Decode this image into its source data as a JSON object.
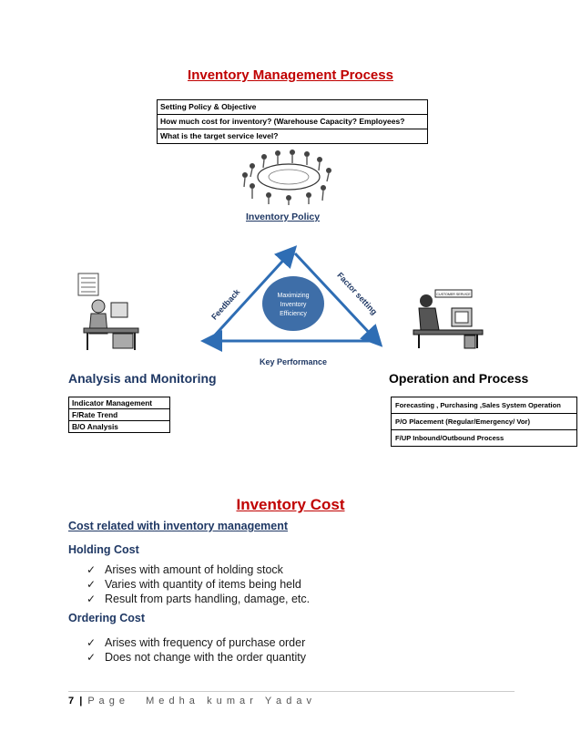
{
  "title": "Inventory Management Process",
  "policy_box": [
    "Setting Policy & Objective",
    "How much cost for inventory? (Warehouse Capacity? Employees?",
    "What is the target service level?"
  ],
  "inventory_policy_label": "Inventory Policy",
  "triangle": {
    "center_lines": [
      "Maximizing",
      "Inventory",
      "Efficiency"
    ],
    "left_label": "Feedback",
    "right_label": "Factor setting",
    "bottom_label": "Key Performance"
  },
  "sign_text": "CUSTOMER SERVICE",
  "analysis": {
    "heading": "Analysis and Monitoring",
    "items": [
      "Indicator Management",
      "F/Rate Trend",
      "B/O Analysis"
    ]
  },
  "operation": {
    "heading": "Operation and Process",
    "items": [
      "Forecasting , Purchasing ,Sales System Operation",
      "P/O Placement (Regular/Emergency/ Vor)",
      "F/UP Inbound/Outbound Process"
    ]
  },
  "cost": {
    "title": "Inventory Cost",
    "subtitle": "Cost related with inventory management",
    "holding": {
      "heading": "Holding Cost",
      "items": [
        "Arises with amount of holding stock",
        "Varies with quantity of items being held",
        "Result from parts handling, damage, etc."
      ]
    },
    "ordering": {
      "heading": "Ordering Cost",
      "items": [
        "Arises with frequency of purchase order",
        "Does not change with the order quantity"
      ]
    },
    "check_glyph": "✓"
  },
  "footer": {
    "page_num": "7",
    "separator": "|",
    "page_word": "P a g e",
    "author": "M e d h a   k u m a r   Y a d a v"
  },
  "colors": {
    "title_red": "#c00000",
    "heading_blue": "#1f3864",
    "triangle_blue": "#2e6db4",
    "circle_blue": "#3e6ea8"
  }
}
